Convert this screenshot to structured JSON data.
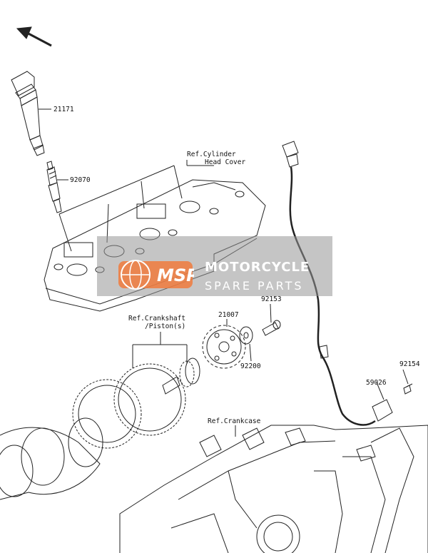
{
  "parts": {
    "ignition_coil": "21171",
    "spark_plug": "92070",
    "pickup_coil": "21007",
    "bolt_upper": "92153",
    "washer": "92200",
    "bolt_right": "92154",
    "clamp": "59026"
  },
  "refs": {
    "cylinder_head_cover_1": "Ref.Cylinder",
    "cylinder_head_cover_2": "Head Cover",
    "crankshaft_1": "Ref.Crankshaft",
    "crankshaft_2": "/Piston(s)",
    "crankcase": "Ref.Crankcase"
  },
  "watermark": {
    "logo_text": "MSP",
    "line1": "MOTORCYCLE",
    "line2": "SPARE PARTS"
  },
  "colors": {
    "line": "#222222",
    "watermark_bg": "#969696",
    "logo_orange": "#f07a3c"
  },
  "icons": {
    "direction_arrow": "arrow-up-left-icon"
  }
}
